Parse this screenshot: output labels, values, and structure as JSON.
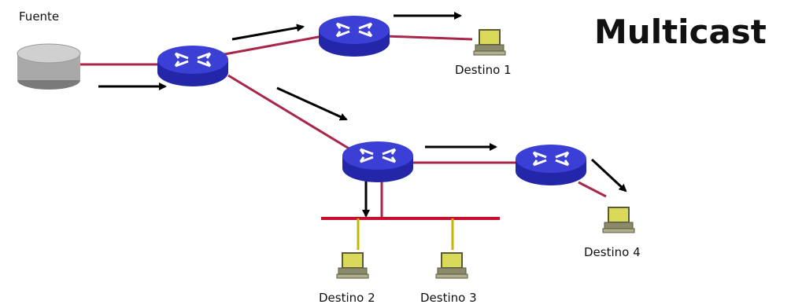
{
  "title": "Multicast",
  "labels": {
    "source": "Fuente",
    "dest1": "Destino 1",
    "dest2": "Destino 2",
    "dest3": "Destino 3",
    "dest4": "Destino 4"
  },
  "colors": {
    "router_fill": "#3b3fd6",
    "router_dark": "#2326a8",
    "link": "#a8264a",
    "bus": "#c8102e",
    "drop": "#c9b400",
    "pc_screen": "#d9d95a",
    "pc_body": "#8a8a6a",
    "source_disk": "#a9a9a9"
  }
}
